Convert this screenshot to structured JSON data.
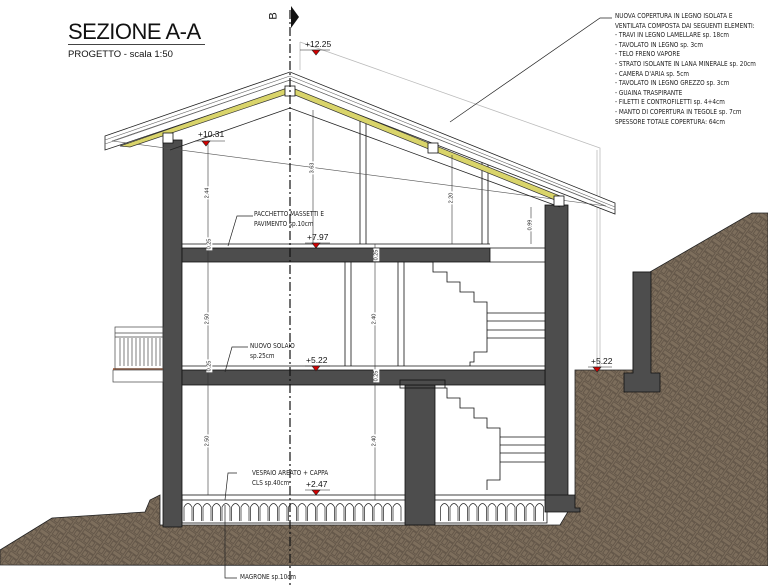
{
  "header": {
    "title": "SEZIONE A-A",
    "subtitle": "PROGETTO -  scala 1:50",
    "section_marker": "B"
  },
  "colors": {
    "wall": "#4d4d4d",
    "soil": "#7d6e5c",
    "insulation": "#d9d46a",
    "elevation_mark": "#d40000"
  },
  "elevations": [
    "+12.25",
    "+10.31",
    "+7.97",
    "+5.22",
    "+5.22",
    "+2.47"
  ],
  "dimensions": [
    "2.44",
    "3.63",
    "2.20",
    "0.99",
    "0.25",
    "2.50",
    "0.25",
    "2.40",
    "0.25",
    "2.50",
    "2.40",
    "0.25"
  ],
  "annotations": {
    "floor_package": [
      "PACCHETTO MASSETTI E",
      "PAVIMENTO sp.10cm"
    ],
    "new_slab": [
      "NUOVO SOLAIO",
      "sp.25cm"
    ],
    "vespaio": [
      "VESPAIO AREATO + CAPPA",
      "CLS sp.40cm"
    ],
    "magrone": "MAGRONE sp.10cm"
  },
  "roof_note": [
    "NUOVA COPERTURA IN LEGNO ISOLATA E",
    "VENTILATA COMPOSTA DAI SEGUENTI ELEMENTI:",
    "- TRAVI IN LEGNO LAMELLARE sp. 18cm",
    "- TAVOLATO IN LEGNO sp. 3cm",
    "- TELO FRENO VAPORE",
    "- STRATO ISOLANTE IN LANA MINERALE sp. 20cm",
    "- CAMERA D'ARIA sp. 5cm",
    "- TAVOLATO IN LEGNO GREZZO sp. 3cm",
    "- GUAINA TRASPIRANTE",
    "- FILETTI E CONTROFILETTI sp. 4+4cm",
    "- MANTO DI COPERTURA IN TEGOLE sp. 7cm",
    "SPESSORE TOTALE COPERTURA: 64cm"
  ]
}
